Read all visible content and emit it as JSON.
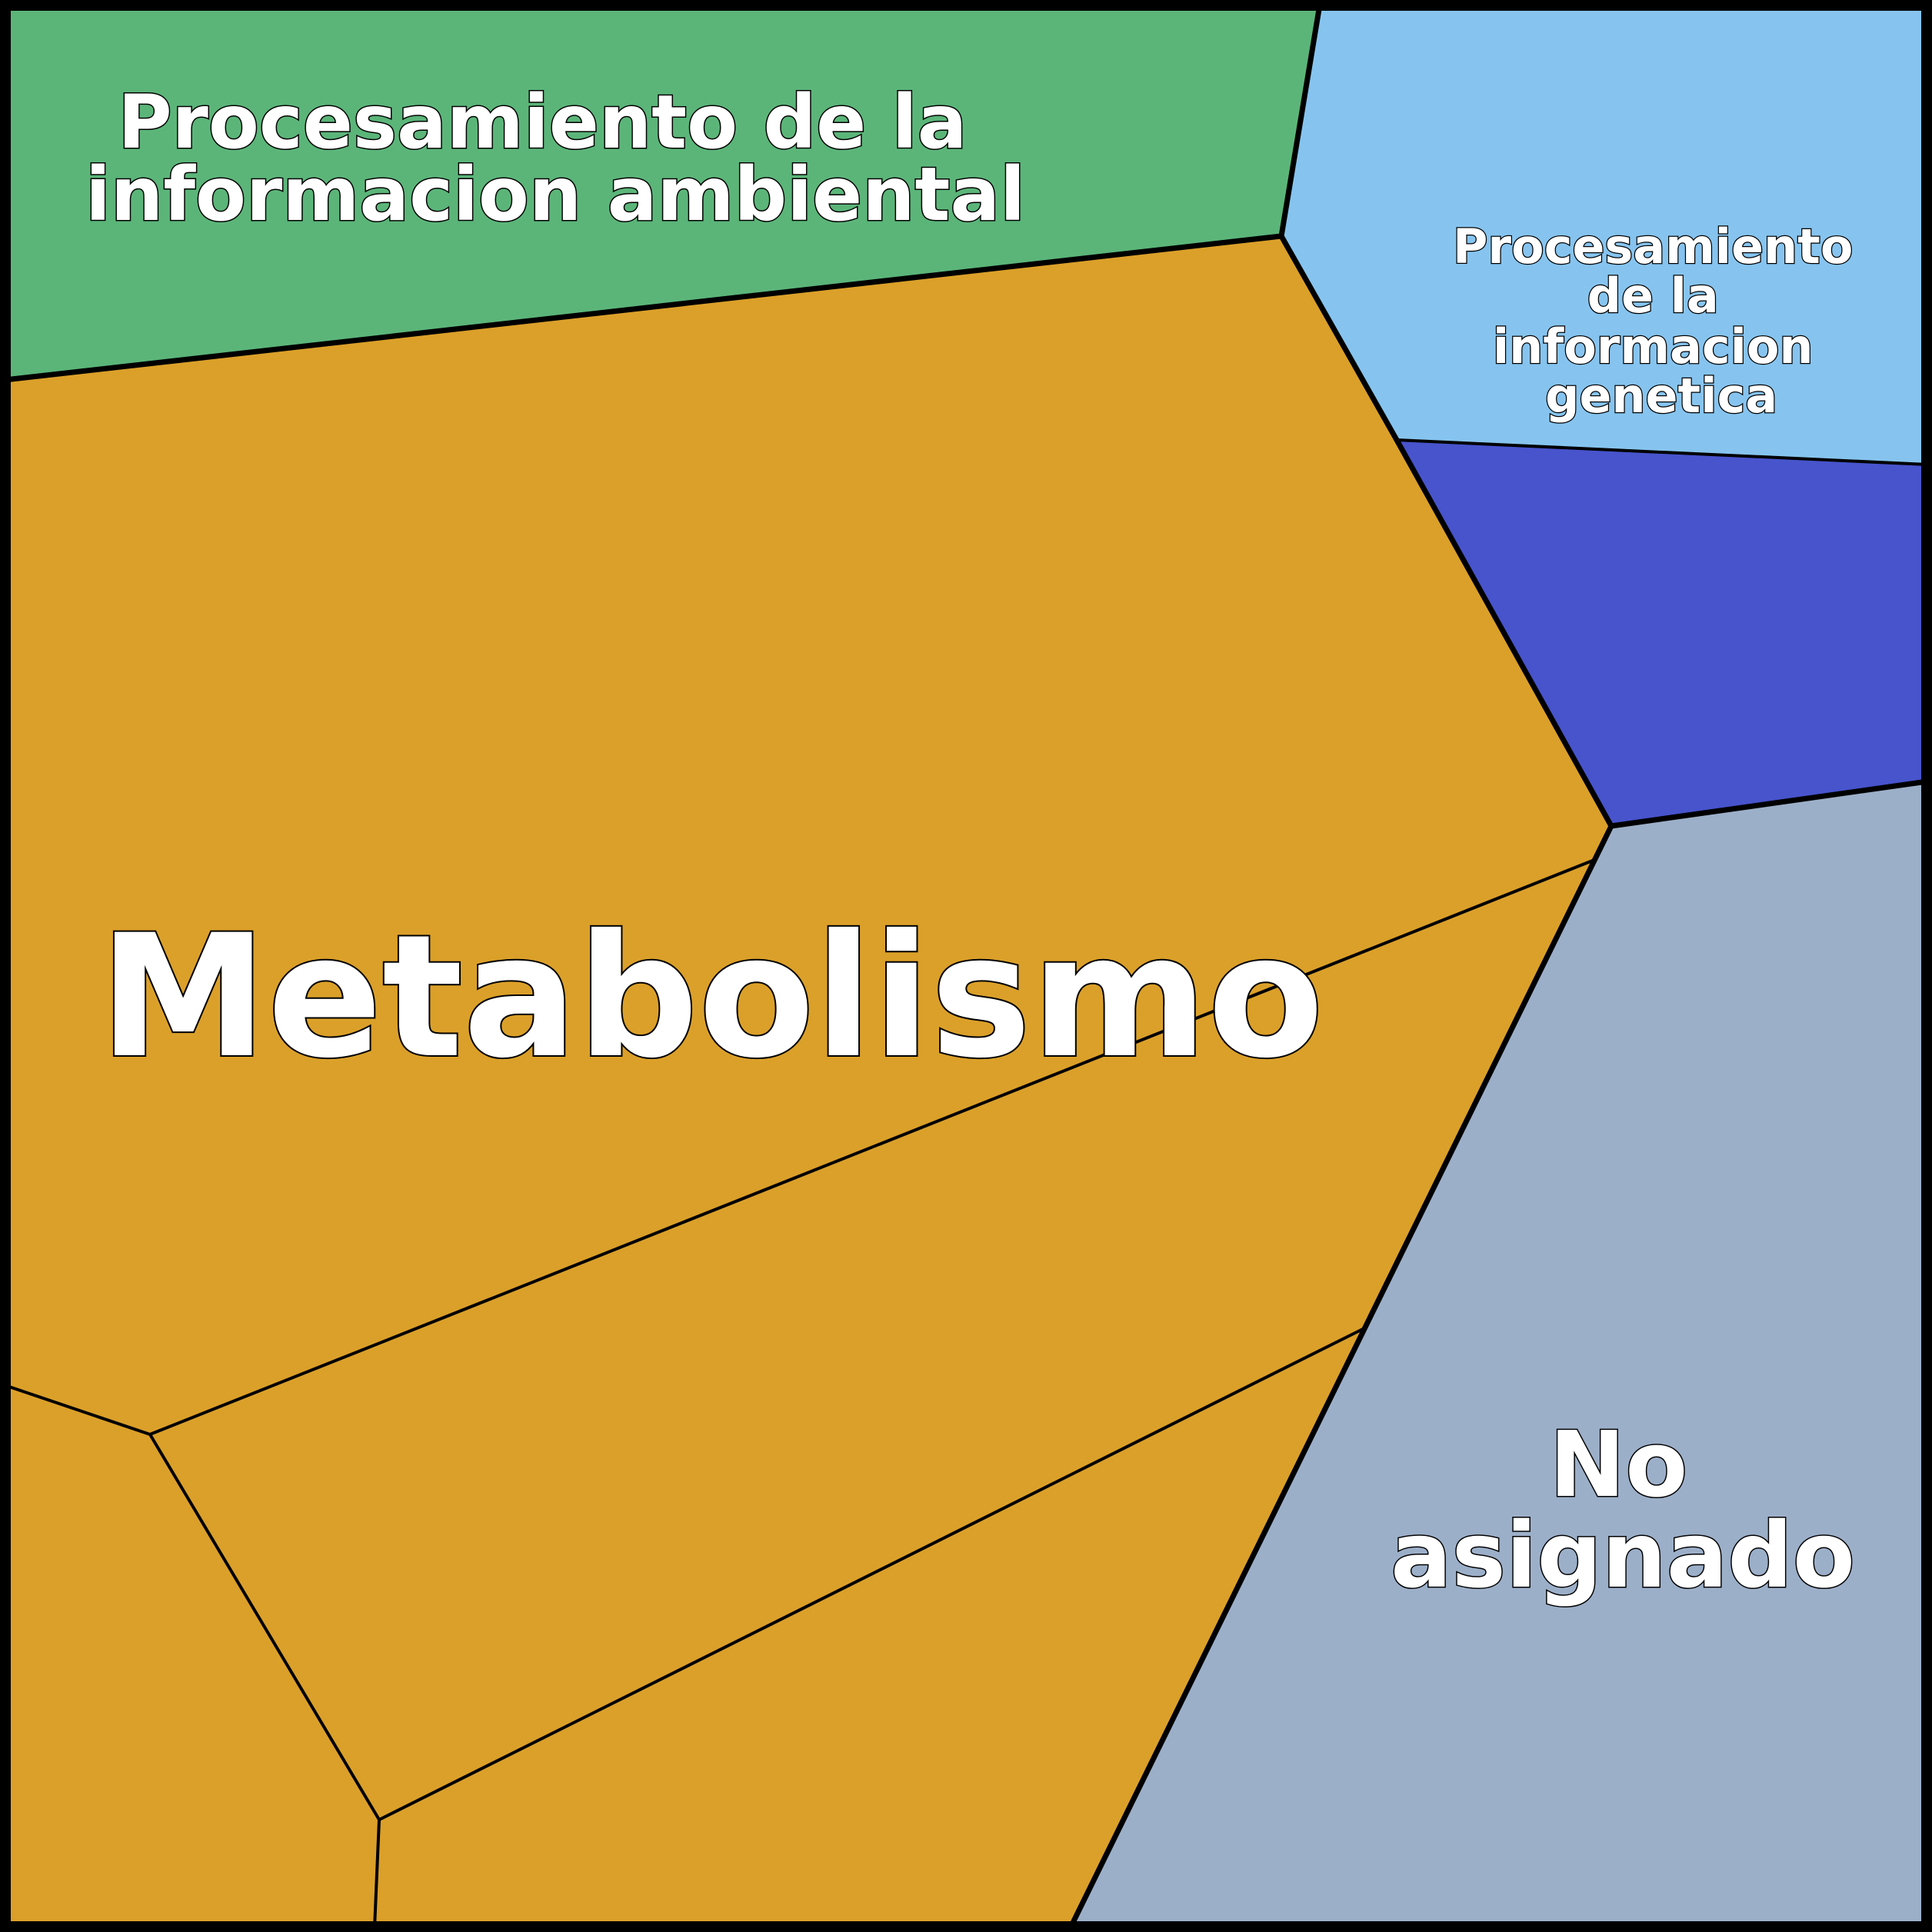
{
  "colors": {
    "environmental": "#5bb579",
    "genetic": "#86c4ef",
    "genetic_sub": "#4754cc",
    "metabolism": "#dba029",
    "unassigned": "#9cafc9",
    "border": "#000000",
    "label": "#ffffff"
  },
  "regions": {
    "environmental": {
      "line1": "Procesamiento de la",
      "line2": "informacion ambiental"
    },
    "genetic": {
      "line1": "Procesamiento",
      "line2": "de la",
      "line3": "informacion",
      "line4": "genetica"
    },
    "genetic_sub": {},
    "metabolism": {
      "title": "Metabolismo"
    },
    "unassigned": {
      "line1": "No",
      "line2": "asignado"
    }
  }
}
